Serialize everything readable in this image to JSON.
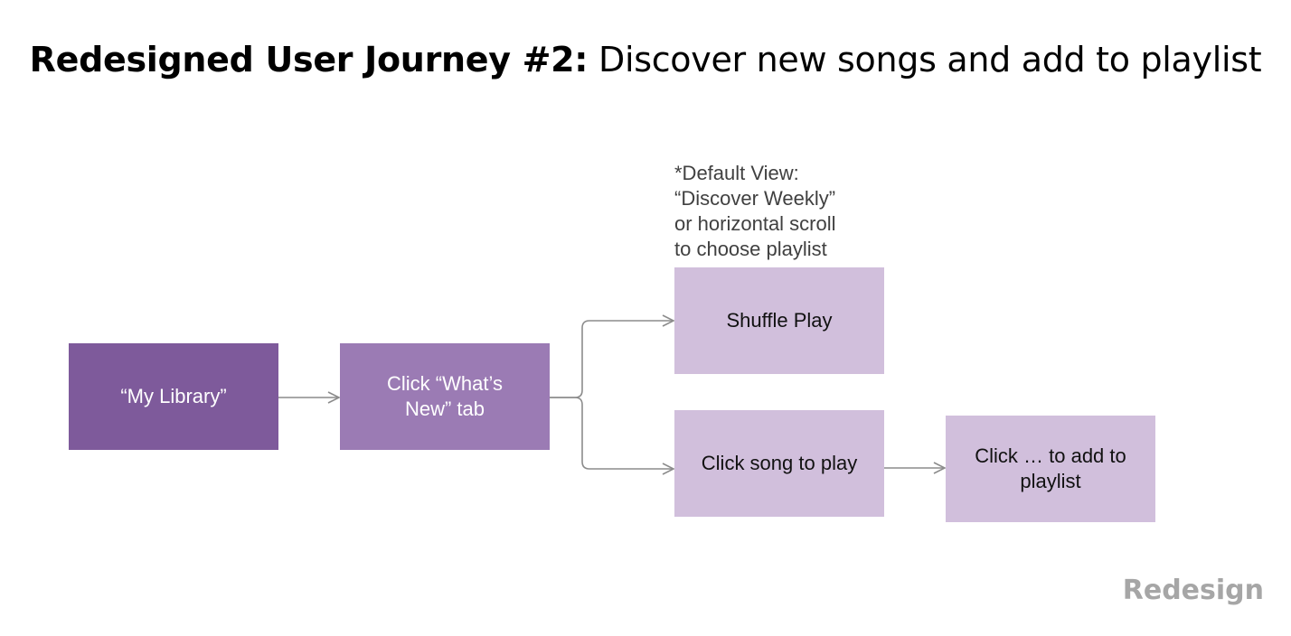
{
  "title": {
    "bold_part": "Redesigned User Journey #2:",
    "regular_part": " Discover new songs and add to playlist"
  },
  "nodes": {
    "my_library": "“My Library”",
    "whats_new": "Click “What’s New” tab",
    "shuffle_play": "Shuffle Play",
    "click_song": "Click song to play",
    "add_to_playlist": "Click … to add to playlist"
  },
  "note": {
    "lines": [
      "*Default View:",
      "“Discover Weekly”",
      "or horizontal scroll",
      "to choose playlist"
    ]
  },
  "watermark": "Redesign",
  "colors": {
    "dark_purple": "#7e5a9b",
    "mid_purple": "#9b7bb4",
    "light_purple": "#d1bfdc",
    "connector_gray": "#8c8c8c",
    "watermark_gray": "#a6a6a6"
  }
}
